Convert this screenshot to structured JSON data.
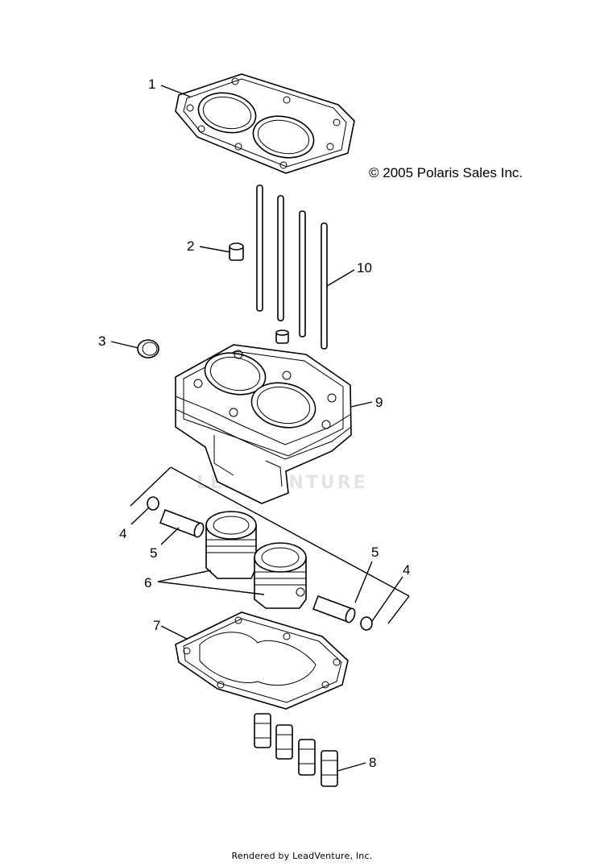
{
  "copyright": "© 2005 Polaris Sales Inc.",
  "footer": "Rendered by LeadVenture, Inc.",
  "watermark": "LEADVENTURE",
  "callouts": {
    "c1": "1",
    "c2": "2",
    "c3": "3",
    "c4a": "4",
    "c4b": "4",
    "c5a": "5",
    "c5b": "5",
    "c6": "6",
    "c7": "7",
    "c8": "8",
    "c9": "9",
    "c10": "10"
  }
}
